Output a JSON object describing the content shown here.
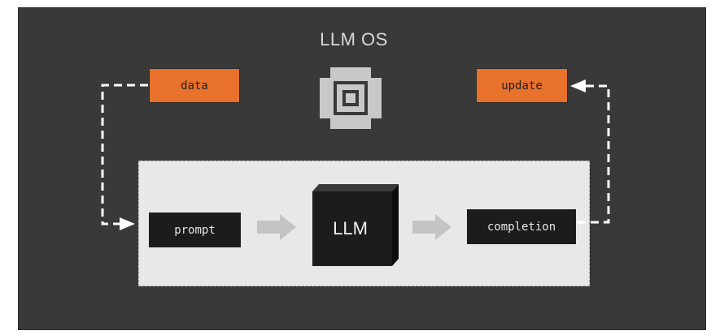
{
  "title": "LLM OS",
  "nodes": {
    "data": "data",
    "update": "update",
    "prompt": "prompt",
    "llm": "LLM",
    "completion": "completion"
  },
  "colors": {
    "frame_background": "#393939",
    "accent_orange": "#e8712b",
    "panel_background": "#e8e8e8",
    "dark_box": "#1c1c1c",
    "arrow_gray": "#c4c4c4",
    "connector": "#ffffff"
  },
  "icons": [
    "chip-icon",
    "block-arrow-icon"
  ]
}
